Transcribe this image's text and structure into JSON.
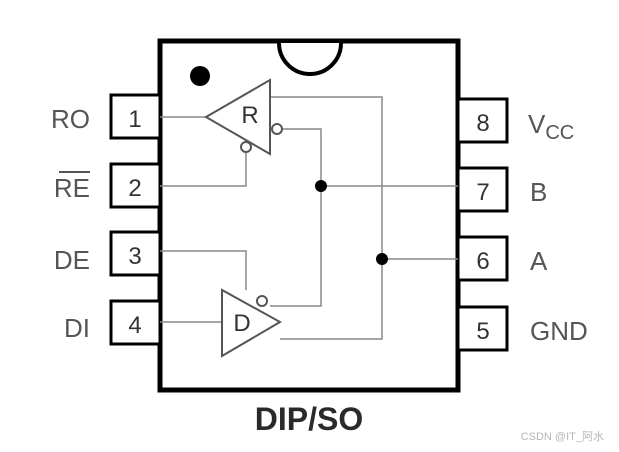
{
  "package": {
    "name": "DIP/SO"
  },
  "pins": [
    {
      "number": "1",
      "label": "RO"
    },
    {
      "number": "2",
      "label": "RE"
    },
    {
      "number": "3",
      "label": "DE"
    },
    {
      "number": "4",
      "label": "DI"
    },
    {
      "number": "8",
      "label": "V",
      "sub": "CC"
    },
    {
      "number": "7",
      "label": "B"
    },
    {
      "number": "6",
      "label": "A"
    },
    {
      "number": "5",
      "label": "GND"
    }
  ],
  "gates": {
    "receiver_label": "R",
    "driver_label": "D"
  },
  "watermark": "CSDN @IT_阿水",
  "colors": {
    "body_stroke": "#000000",
    "wire": "#888888",
    "node": "#000000"
  }
}
